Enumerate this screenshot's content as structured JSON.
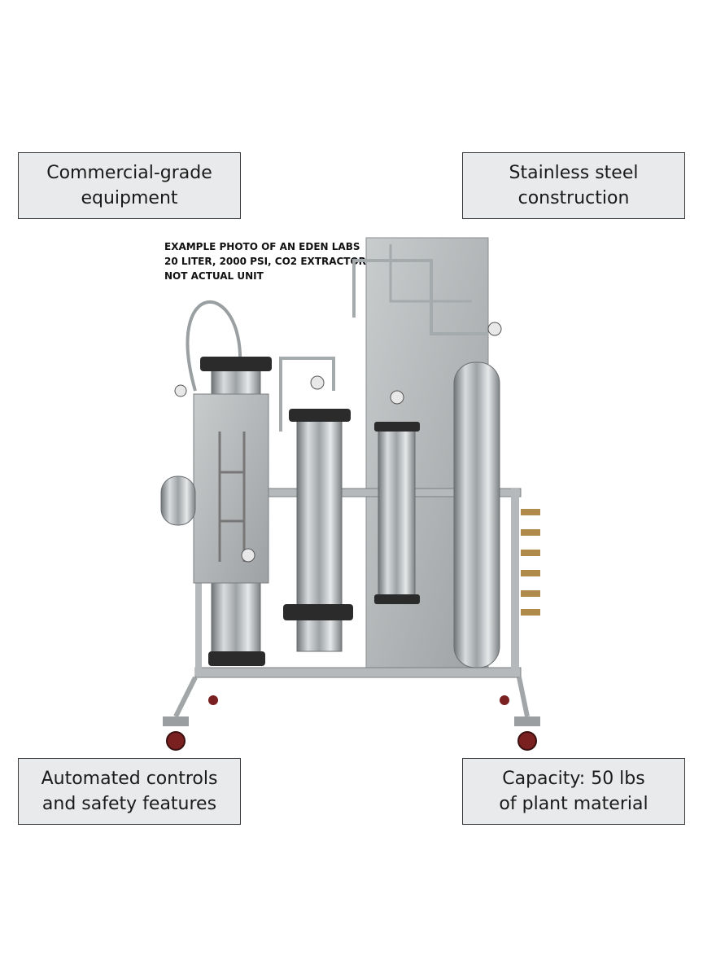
{
  "callouts": {
    "top_left": "Commercial-grade\nequipment",
    "top_right": "Stainless steel\nconstruction",
    "bottom_left": "Automated controls\nand safety features",
    "bottom_right": "Capacity: 50 lbs\nof plant material"
  },
  "caption": {
    "line1": "EXAMPLE PHOTO OF AN EDEN LABS",
    "line2": "20 LITER, 2000 PSI, CO2 EXTRACTOR",
    "line3": "NOT ACTUAL UNIT"
  },
  "icons": [
    "co2-extractor-photo"
  ],
  "colors": {
    "callout_fill": "#e9eaeb",
    "callout_border": "#3a3a3a",
    "steel": "#b9bcbe",
    "caster_wheel": "#7a2020"
  }
}
